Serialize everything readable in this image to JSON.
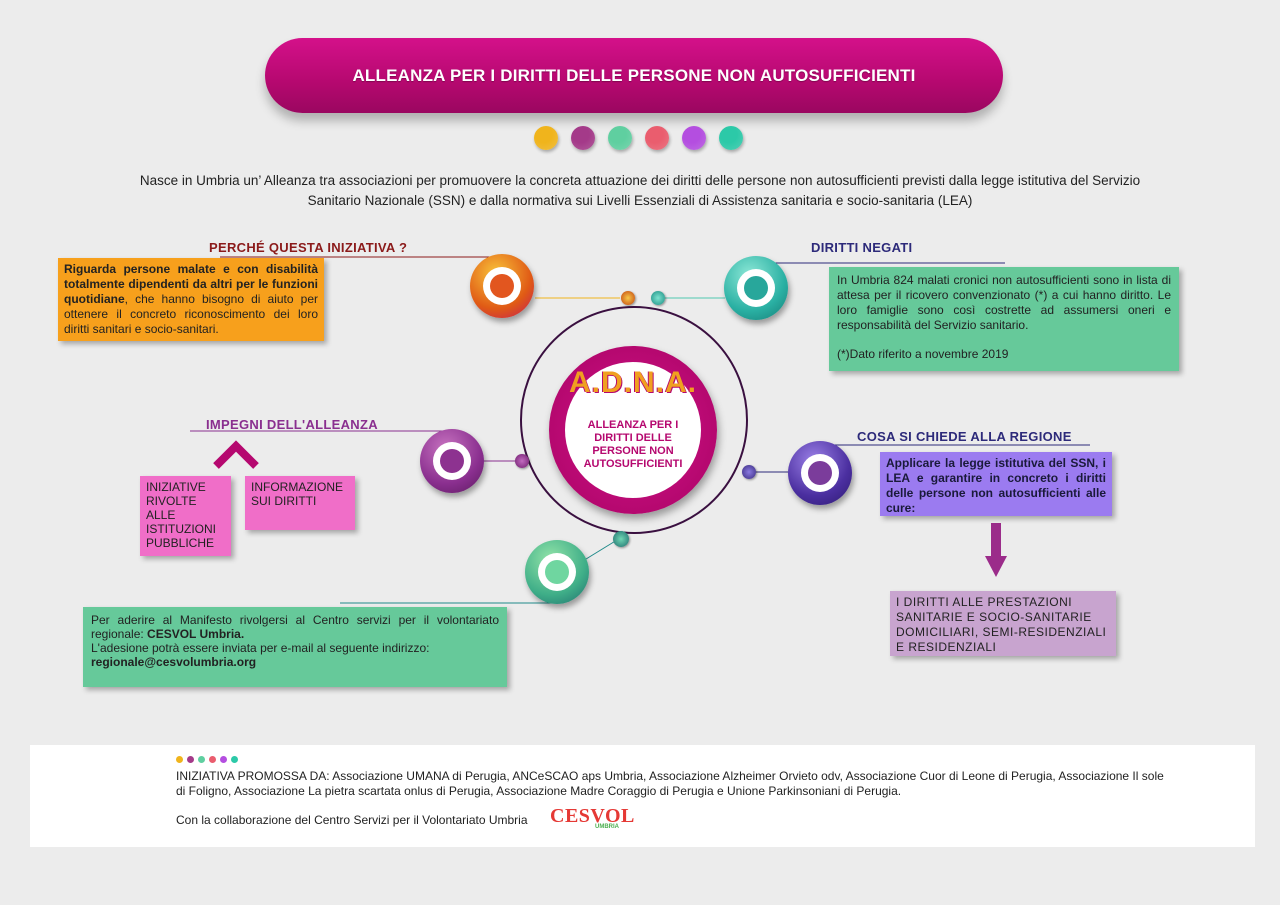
{
  "title": "ALLEANZA PER I DIRITTI DELLE PERSONE NON AUTOSUFFICIENTI",
  "colors": {
    "magenta": "#b5086f",
    "orange": "#f79c1e",
    "teal": "#4fc7b0",
    "green": "#66c99a",
    "purple": "#8a2f8f",
    "violet": "#9b7bf0",
    "pink": "#f07bcf",
    "lilac": "#c8a4cf",
    "dark_red": "#8b1a1a",
    "navy": "#2d2a7a"
  },
  "header_dots": [
    "#f0b41c",
    "#a43a89",
    "#5fcfa0",
    "#ea5d6e",
    "#b44ee0",
    "#2cc9a8"
  ],
  "intro": "Nasce in Umbria un’ Alleanza tra associazioni per promuovere la concreta attuazione dei diritti delle persone non autosufficienti previsti dalla legge istitutiva del Servizio Sanitario Nazionale (SSN) e dalla normativa sui Livelli Essenziali di Assistenza sanitaria e socio-sanitaria (LEA)",
  "center": {
    "acronym": "A.D.N.A.",
    "text": "ALLEANZA PER I DIRITTI DELLE PERSONE NON AUTOSUFFICIENTI"
  },
  "perche": {
    "heading": "PERCHÉ QUESTA INIZIATIVA ?",
    "bold": "Riguarda persone malate e con disabilità totalmente dipendenti da altri per le funzioni quotidiane",
    "rest": ", che hanno bisogno di aiuto per ottenere il concreto riconoscimento dei loro diritti sanitari e socio-sanitari."
  },
  "diritti": {
    "heading": "DIRITTI NEGATI",
    "text": "In Umbria 824 malati cronici non autosufficienti sono in lista di attesa per il ricovero convenzionato (*) a cui hanno diritto. Le loro famiglie sono così costrette ad assumersi oneri e responsabilità del Servizio sanitario.",
    "note": "(*)Dato riferito a novembre 2019"
  },
  "impegni": {
    "heading": "IMPEGNI DELL'ALLEANZA",
    "box1": "INIZIATIVE RIVOLTE ALLE ISTITUZIONI PUBBLICHE",
    "box2": "INFORMAZIONE SUI DIRITTI"
  },
  "regione": {
    "heading": "COSA SI CHIEDE ALLA REGIONE",
    "text": "Applicare la legge istitutiva del SSN, i LEA e garantire in concreto i diritti delle persone non autosufficienti alle cure:",
    "result": "I DIRITTI ALLE PRESTAZIONI SANITARIE E SOCIO-SANITARIE DOMICILIARI, SEMI-RESIDENZIALI E RESIDENZIALI"
  },
  "aderire": {
    "text1": "Per aderire al Manifesto rivolgersi al Centro servizi per il volontariato regionale: ",
    "bold1": "CESVOL Umbria.",
    "text2": "L'adesione potrà essere inviata per e-mail al seguente indirizzo:",
    "email": "regionale@cesvolumbria.org"
  },
  "footer": {
    "promoted": "INIZIATIVA PROMOSSA   DA: Associazione UMANA di Perugia, ANCeSCAO aps Umbria, Associazione Alzheimer Orvieto odv, Associazione Cuor di Leone di Perugia, Associazione Il sole di Foligno, Associazione La pietra scartata onlus di Perugia, Associazione Madre Coraggio di Perugia e Unione Parkinsoniani di Perugia.",
    "collab": "Con la collaborazione del Centro Servizi per il Volontariato Umbria",
    "logo": "CESVOL",
    "logo_sub": "UMBRIA"
  }
}
